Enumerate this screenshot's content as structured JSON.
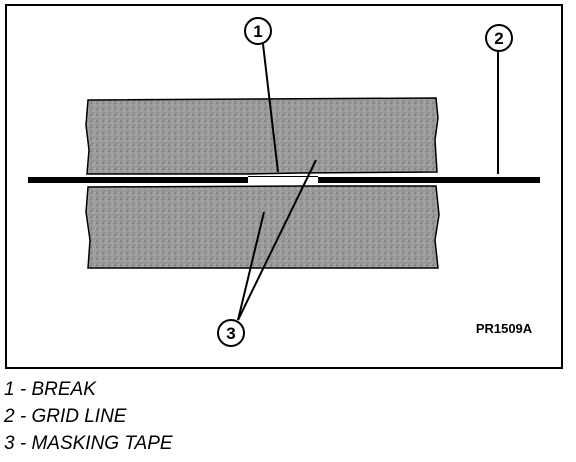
{
  "diagram": {
    "reference_code": "PR1509A",
    "callouts": [
      {
        "number": "1",
        "target": "break"
      },
      {
        "number": "2",
        "target": "grid-line"
      },
      {
        "number": "3",
        "target": "masking-tape"
      }
    ],
    "colors": {
      "tape_fill": "#9a9a9a",
      "outline": "#000000",
      "background": "#ffffff"
    }
  },
  "legend": {
    "items": [
      {
        "text": "1 - BREAK"
      },
      {
        "text": "2 - GRID LINE"
      },
      {
        "text": "3 - MASKING TAPE"
      }
    ]
  }
}
